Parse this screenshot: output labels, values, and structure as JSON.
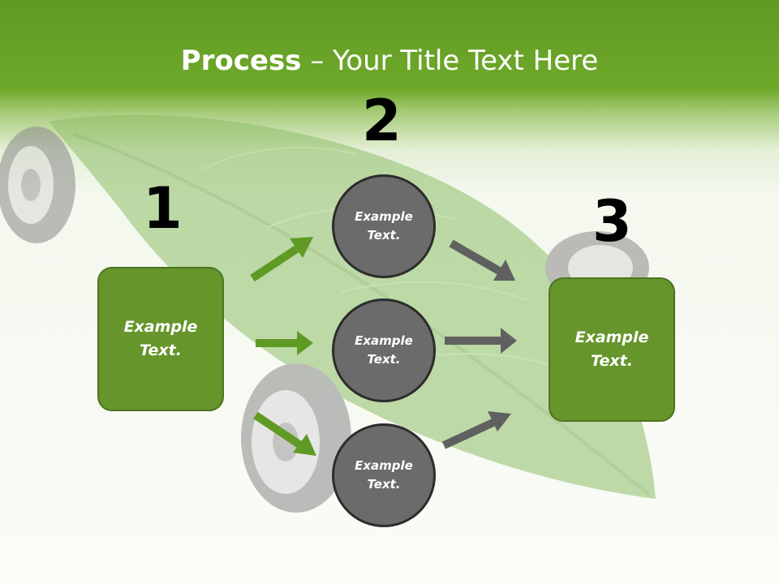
{
  "slide": {
    "title_bold": "Process",
    "title_rest": " – Your Title Text Here"
  },
  "steps": {
    "step1_number": "1",
    "step2_number": "2",
    "step3_number": "3"
  },
  "nodes": {
    "box_left": "Example\nText.",
    "circle_top": "Example\nText.",
    "circle_middle": "Example\nText.",
    "circle_bottom": "Example\nText.",
    "box_right": "Example\nText."
  },
  "colors": {
    "header_green": "#6fa92a",
    "box_green": "#66952b",
    "circle_gray": "#6b6b6b",
    "arrow_green": "#5f9a24",
    "arrow_gray": "#606060"
  },
  "icons": {
    "background": "leaf-car-illustration"
  }
}
